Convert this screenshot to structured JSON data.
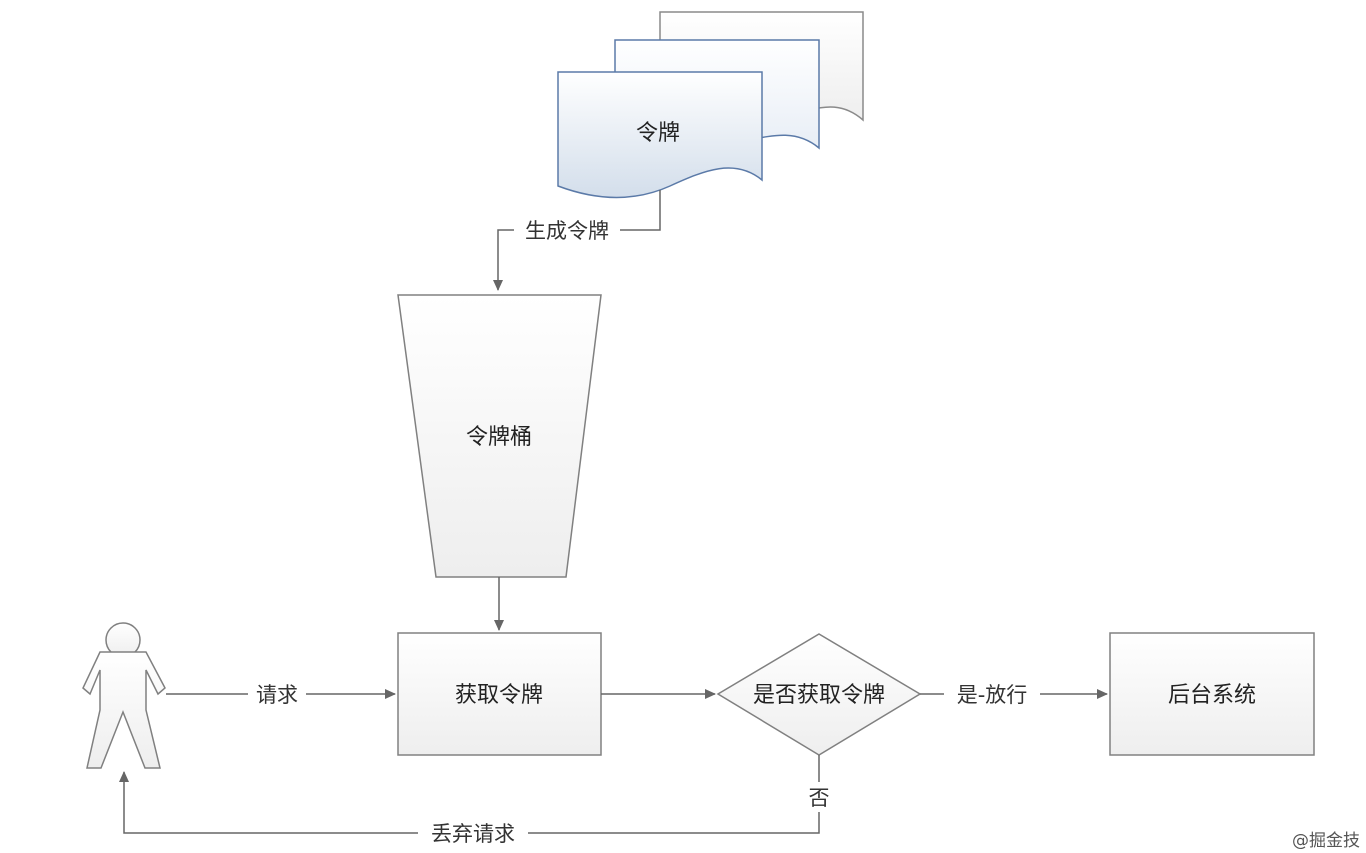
{
  "nodes": {
    "tokens": {
      "label": "令牌"
    },
    "token_bucket": {
      "label": "令牌桶"
    },
    "get_token": {
      "label": "获取令牌"
    },
    "decision": {
      "label": "是否获取令牌"
    },
    "backend": {
      "label": "后台系统"
    }
  },
  "edges": {
    "generate": {
      "label": "生成令牌"
    },
    "request": {
      "label": "请求"
    },
    "yes_pass": {
      "label": "是-放行"
    },
    "no": {
      "label": "否"
    },
    "discard": {
      "label": "丢弃请求"
    }
  },
  "watermark": "@掘金技",
  "colors": {
    "document_fill": "#dfe7f1",
    "document_stroke": "#5b7aa8",
    "shape_fill": "#f3f3f3",
    "shape_stroke": "#808080",
    "line": "#666666"
  }
}
